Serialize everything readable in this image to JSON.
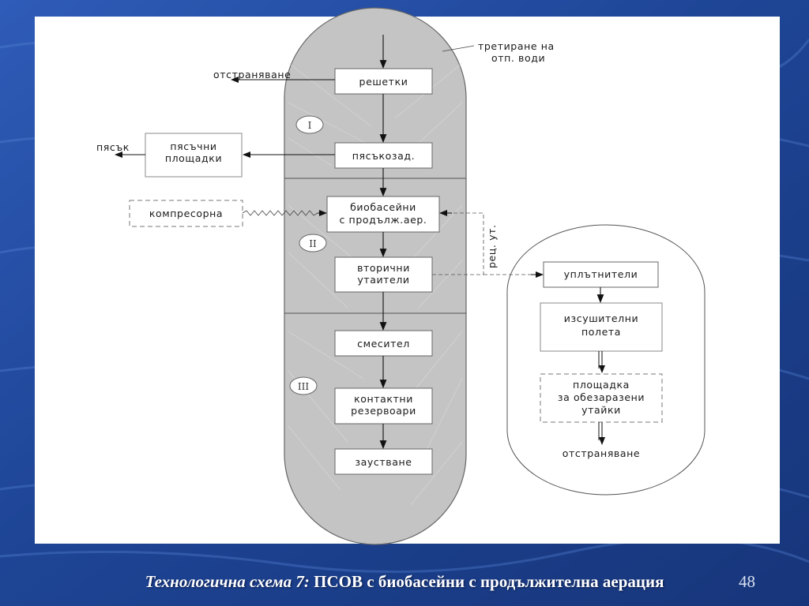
{
  "diagram": {
    "inflow_label": [
      "третиране на",
      "отп. води"
    ],
    "removal_top": "отстраняване",
    "sand_out": "пясък",
    "stages": [
      "I",
      "II",
      "III"
    ],
    "boxes": {
      "screens": [
        "решетки"
      ],
      "grit": [
        "пясъкозад."
      ],
      "sand_beds": [
        "пясъчни",
        "площадки"
      ],
      "compressor": [
        "компресорна"
      ],
      "aeration": [
        "биобасейни",
        "с продълж.аер."
      ],
      "secondary": [
        "вторични",
        "утаители"
      ],
      "mixer": [
        "смесител"
      ],
      "contact": [
        "контактни",
        "резервоари"
      ],
      "effluent": [
        "заустване"
      ],
      "thickeners": [
        "уплътнители"
      ],
      "drying": [
        "изсушителни",
        "полета"
      ],
      "disinfected": [
        "площадка",
        "за обезаразени",
        "утайки"
      ]
    },
    "return_sludge": "рец. ут.",
    "removal_bottom": "отстраняване"
  },
  "caption": {
    "italic_part": "Технологична схема 7:",
    "text": " ПСОВ с биобасейни с продължителна аерация"
  },
  "page_number": "48"
}
